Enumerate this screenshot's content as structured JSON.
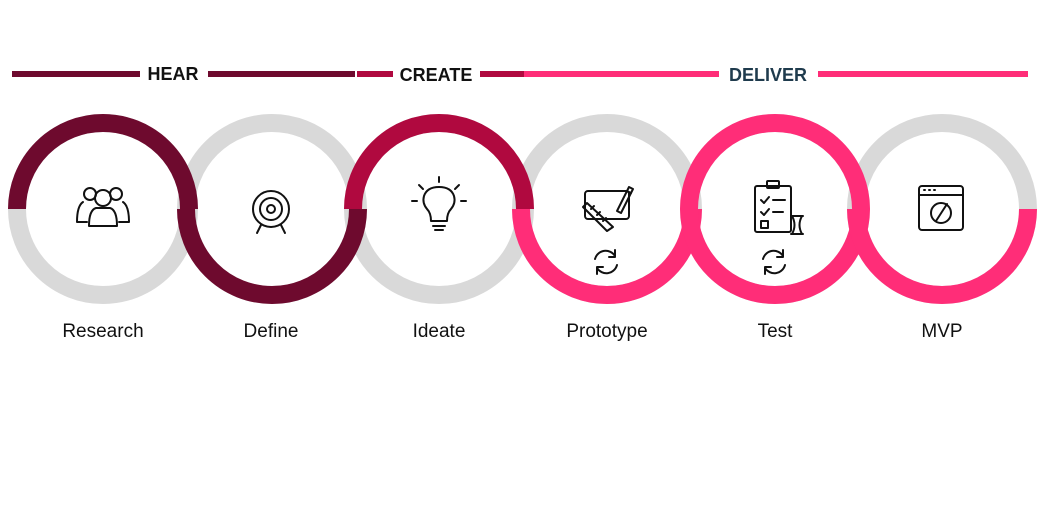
{
  "colors": {
    "hear": "#6e0a2e",
    "create": "#b0093f",
    "deliver": "#ff2d78",
    "ring_gray": "#d9d9d9",
    "label_dark": "#111111",
    "deliver_text": "#1f3b4d"
  },
  "phases": [
    {
      "label": "HEAR",
      "color": "#6e0a2e"
    },
    {
      "label": "CREATE",
      "color": "#b0093f"
    },
    {
      "label": "DELIVER",
      "color": "#ff2d78"
    }
  ],
  "steps": [
    {
      "label": "Research",
      "icon": "people-group-icon",
      "phase": "hear",
      "half": "top"
    },
    {
      "label": "Define",
      "icon": "target-icon",
      "phase": "hear",
      "half": "bottom"
    },
    {
      "label": "Ideate",
      "icon": "lightbulb-icon",
      "phase": "create",
      "half": "top"
    },
    {
      "label": "Prototype",
      "icon": "design-tools-icon",
      "phase": "deliver",
      "half": "bottom",
      "cycle_icon": "refresh-icon"
    },
    {
      "label": "Test",
      "icon": "checklist-hourglass-icon",
      "phase": "deliver",
      "half": "full",
      "cycle_icon": "refresh-icon"
    },
    {
      "label": "MVP",
      "icon": "browser-window-icon",
      "phase": "deliver",
      "half": "bottom-right"
    }
  ]
}
